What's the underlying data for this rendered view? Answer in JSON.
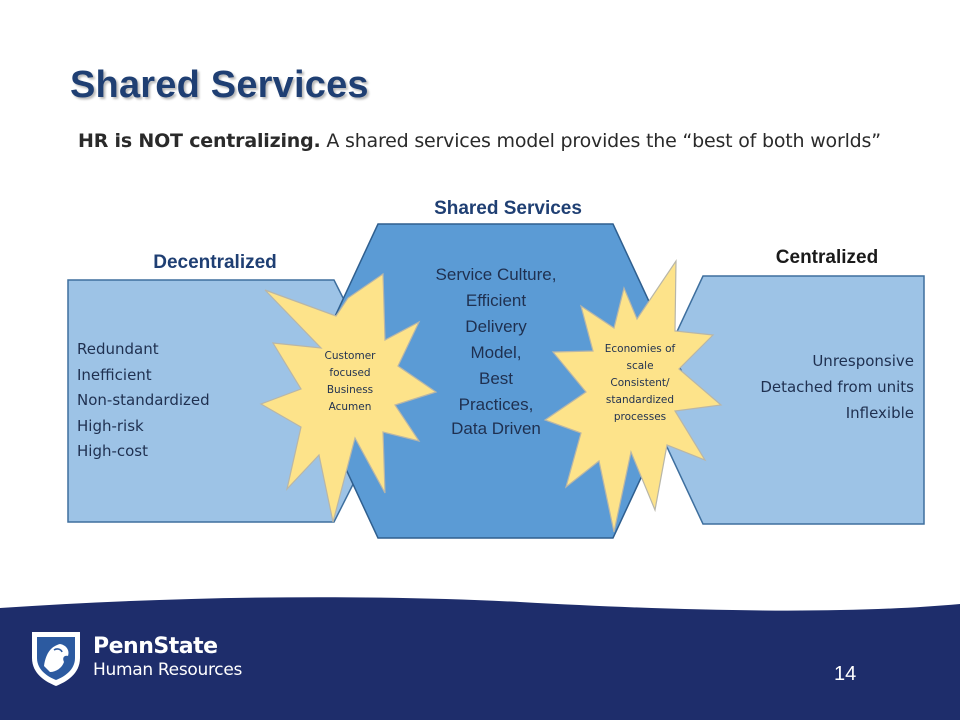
{
  "slide": {
    "title": "Shared Services",
    "subtitle_bold": "HR is NOT centralizing.",
    "subtitle_rest": " A shared services model provides the “best of both worlds”",
    "page_number": "14"
  },
  "diagram": {
    "decentralized": {
      "heading": "Decentralized",
      "items": [
        "Redundant",
        "Inefficient",
        "Non-standardized",
        "High-risk",
        "High-cost"
      ]
    },
    "shared": {
      "heading": "Shared Services",
      "lines": [
        "Service Culture,",
        "Efficient",
        "Delivery",
        "Model,",
        "Best",
        "Practices,",
        "Data Driven"
      ]
    },
    "centralized": {
      "heading": "Centralized",
      "items": [
        "Unresponsive",
        "Detached from units",
        "Inflexible"
      ]
    },
    "left_burst": {
      "lines": [
        "Customer",
        "focused",
        "Business",
        "Acumen"
      ]
    },
    "right_burst": {
      "lines": [
        "Economies of",
        "scale",
        "Consistent/",
        "standardized",
        "processes"
      ]
    }
  },
  "footer": {
    "brand_name": "PennState",
    "brand_sub": "Human Resources"
  },
  "colors": {
    "title": "#1f3f73",
    "side_fill": "#9dc3e6",
    "center_fill": "#5b9bd5",
    "burst_fill": "#fde38a",
    "footer_bg": "#1e2d6b"
  }
}
